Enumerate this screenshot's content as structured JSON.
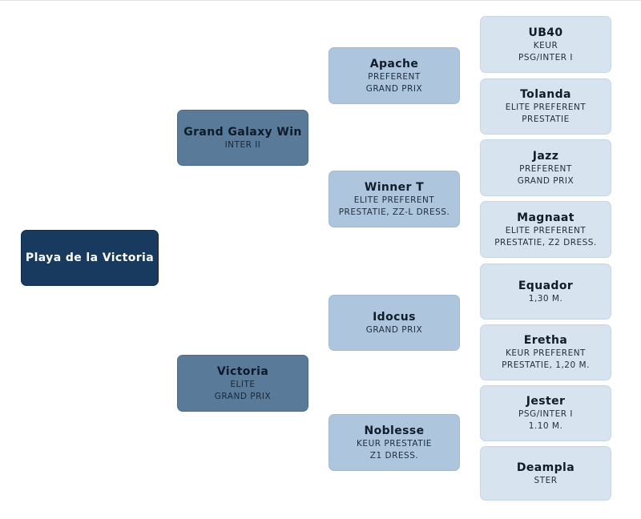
{
  "pedigree": {
    "subject": {
      "name": "Playa de la Victoria",
      "lines": []
    },
    "sire": {
      "name": "Grand Galaxy Win",
      "lines": [
        "INTER II"
      ]
    },
    "dam": {
      "name": "Victoria",
      "lines": [
        "ELITE",
        "GRAND PRIX"
      ]
    },
    "sire_sire": {
      "name": "Apache",
      "lines": [
        "PREFERENT",
        "GRAND PRIX"
      ]
    },
    "sire_dam": {
      "name": "Winner T",
      "lines": [
        "ELITE PREFERENT",
        "PRESTATIE, ZZ-L DRESS."
      ]
    },
    "dam_sire": {
      "name": "Idocus",
      "lines": [
        "GRAND PRIX"
      ]
    },
    "dam_dam": {
      "name": "Noblesse",
      "lines": [
        "KEUR PRESTATIE",
        "Z1 DRESS."
      ]
    },
    "ss_sire": {
      "name": "UB40",
      "lines": [
        "KEUR",
        "PSG/INTER I"
      ]
    },
    "ss_dam": {
      "name": "Tolanda",
      "lines": [
        "ELITE PREFERENT",
        "PRESTATIE"
      ]
    },
    "sd_sire": {
      "name": "Jazz",
      "lines": [
        "PREFERENT",
        "GRAND PRIX"
      ]
    },
    "sd_dam": {
      "name": "Magnaat",
      "lines": [
        "ELITE PREFERENT",
        "PRESTATIE, Z2 DRESS."
      ]
    },
    "ds_sire": {
      "name": "Equador",
      "lines": [
        "1,30 M."
      ]
    },
    "ds_dam": {
      "name": "Eretha",
      "lines": [
        "KEUR PREFERENT",
        "PRESTATIE, 1,20 M."
      ]
    },
    "dd_sire": {
      "name": "Jester",
      "lines": [
        "PSG/INTER I",
        "1.10 M."
      ]
    },
    "dd_dam": {
      "name": "Deampla",
      "lines": [
        "STER"
      ]
    }
  },
  "colors": {
    "generation_0": "#183a5e",
    "generation_1": "#5a7a99",
    "generation_2": "#aec6dd",
    "generation_3": "#d7e3ef"
  }
}
